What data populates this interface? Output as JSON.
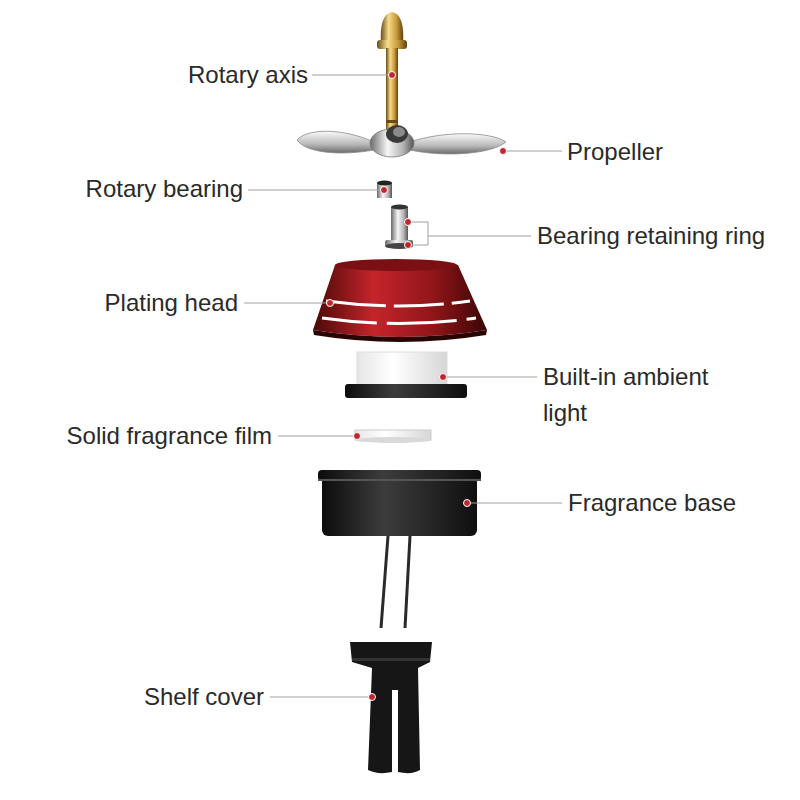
{
  "diagram": {
    "labels": [
      "Rotary axis",
      "Propeller",
      "Rotary bearing",
      "Bearing retaining ring",
      "Plating head",
      "Built-in ambient light",
      "Solid fragrance film",
      "Fragrance base",
      "Shelf cover"
    ]
  }
}
